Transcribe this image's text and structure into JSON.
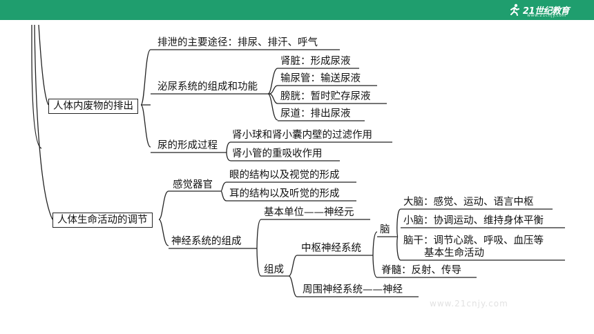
{
  "header": {
    "brand": "21世纪教育",
    "url": "www.21cnjy.com",
    "watermark": "www.21cnjy.com"
  },
  "colors": {
    "header_bar": "#1f9e6e",
    "line": "#222222"
  },
  "map": {
    "excretion": {
      "title": "人体内废物的排出",
      "routes": "排泄的主要途径：排尿、排汗、呼气",
      "urinary_system": {
        "label": "泌尿系统的组成和功能",
        "parts": [
          "肾脏：形成尿液",
          "输尿管：输送尿液",
          "膀胱：暂时贮存尿液",
          "尿道：排出尿液"
        ]
      },
      "urine_formation": {
        "label": "尿的形成过程",
        "steps": [
          "肾小球和肾小囊内壁的过滤作用",
          "肾小管的重吸收作用"
        ]
      }
    },
    "regulation": {
      "title": "人体生命活动的调节",
      "sense_organs": {
        "label": "感觉器官",
        "items": [
          "眼的结构以及视觉的形成",
          "耳的结构以及听觉的形成"
        ]
      },
      "nervous_system": {
        "label": "神经系统的组成",
        "basic_unit": "基本单位——神经元",
        "composition": "组成",
        "central": "中枢神经系统",
        "brain": "脑",
        "brain_parts": [
          "大脑：感觉、运动、语言中枢",
          "小脑：协调运动、维持身体平衡",
          "脑干：调节心跳、呼吸、血压等",
          "基本生命活动"
        ],
        "spinal_cord": "脊髓：反射、传导",
        "peripheral": "周围神经系统——神经"
      }
    }
  }
}
